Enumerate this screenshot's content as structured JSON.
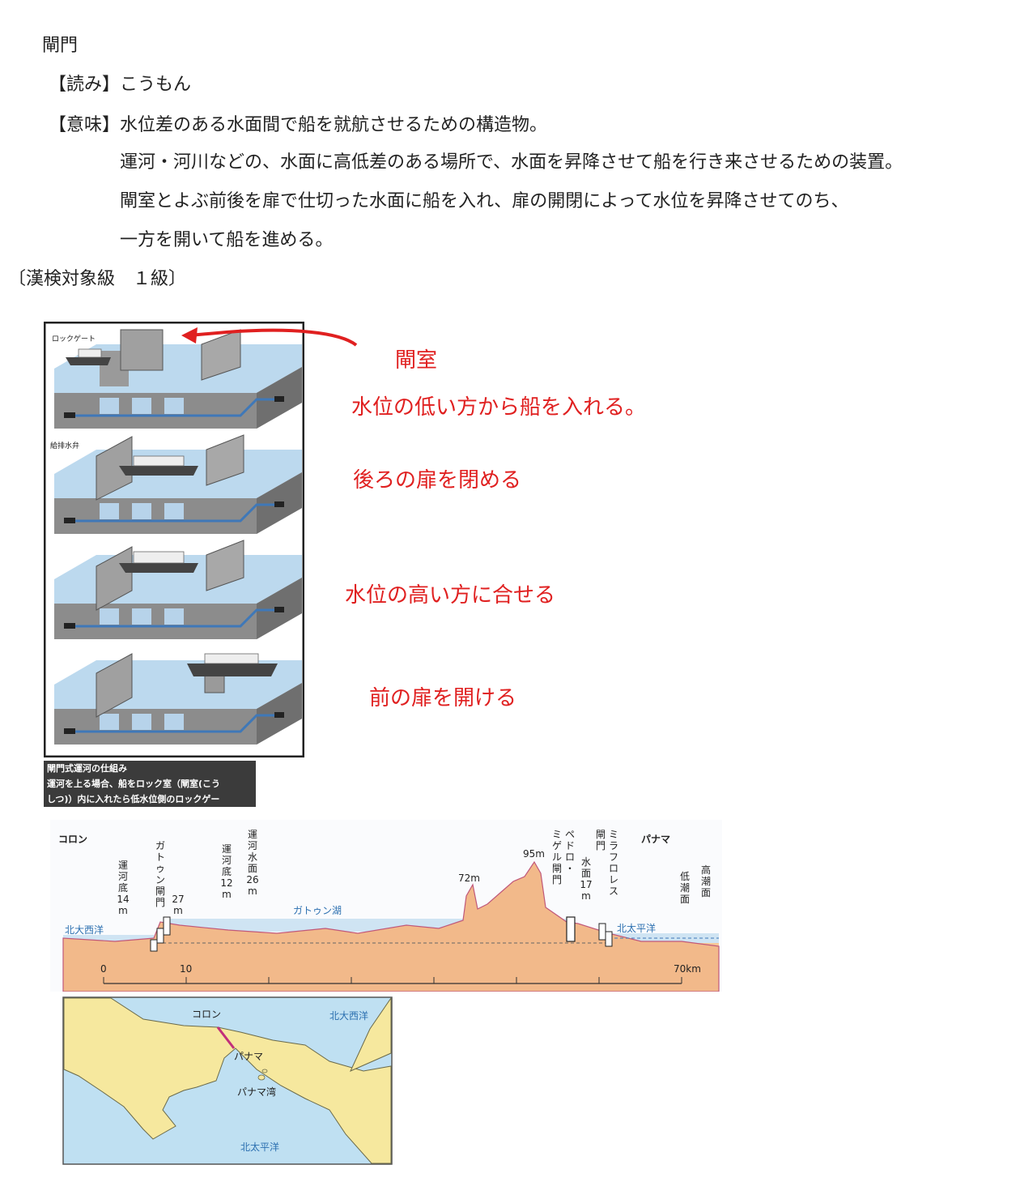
{
  "entry": {
    "headword": "閘門",
    "reading_label": "【読み】",
    "reading": "こうもん",
    "meaning_label": "【意味】",
    "meaning_lines": [
      "水位差のある水面間で船を就航させるための構造物。",
      "運河・河川などの、水面に高低差のある場所で、水面を昇降させて船を行き来させるための装置。",
      "閘室とよぶ前後を扉で仕切った水面に船を入れ、扉の開閉によって水位を昇降させてのち、",
      "一方を開いて船を進める。"
    ],
    "level": "〔漢検対象級　１級〕"
  },
  "lock_figure": {
    "labels": {
      "rock_gate": "ロックゲート",
      "valve": "給排水弁"
    },
    "caption_lines": [
      "閘門式運河の仕組み",
      "運河を上る場合、船をロック室（閘室(こう",
      "しつ)）内に入れたら低水位側のロックゲー"
    ]
  },
  "annotations": {
    "chamber": "閘室",
    "step1": "水位の低い方から船を入れる。",
    "step2": "後ろの扉を閉める",
    "step3": "水位の高い方に合せる",
    "step4": "前の扉を開ける",
    "arrow_color": "#e02020"
  },
  "profile": {
    "colon": "コロン",
    "panama": "パナマ",
    "atlantic": "北大西洋",
    "pacific": "北太平洋",
    "gatun_lake": "ガトゥン湖",
    "canal_bottom_14": [
      "運",
      "河",
      "底",
      "14",
      "m"
    ],
    "gatun_locks": [
      "ガ",
      "ト",
      "ゥ",
      "ン",
      "閘",
      "門"
    ],
    "h27": [
      "27",
      "m"
    ],
    "canal_bottom_12": [
      "運",
      "河",
      "底",
      "12",
      "m"
    ],
    "canal_surface_26": [
      "運",
      "河",
      "水",
      "面",
      "26",
      "m"
    ],
    "peak72": "72m",
    "peak95": "95m",
    "pedro_miguel": [
      [
        "ミ",
        "ゲ",
        "ル",
        "閘",
        "門"
      ],
      [
        "ペ",
        "ド",
        "ロ",
        "・"
      ]
    ],
    "surface17": [
      "水",
      "面",
      "17",
      "m"
    ],
    "miraflores": [
      [
        "閘",
        "門"
      ],
      [
        "ミ",
        "ラ",
        "フ",
        "ロ",
        "レ",
        "ス"
      ]
    ],
    "low_tide": [
      "低",
      "潮",
      "面"
    ],
    "high_tide": [
      "高",
      "潮",
      "面"
    ],
    "scale": [
      "0",
      "10",
      "70km"
    ]
  },
  "map": {
    "colon": "コロン",
    "panama": "パナマ",
    "panama_bay": "パナマ湾",
    "atlantic": "北大西洋",
    "pacific": "北太平洋"
  }
}
